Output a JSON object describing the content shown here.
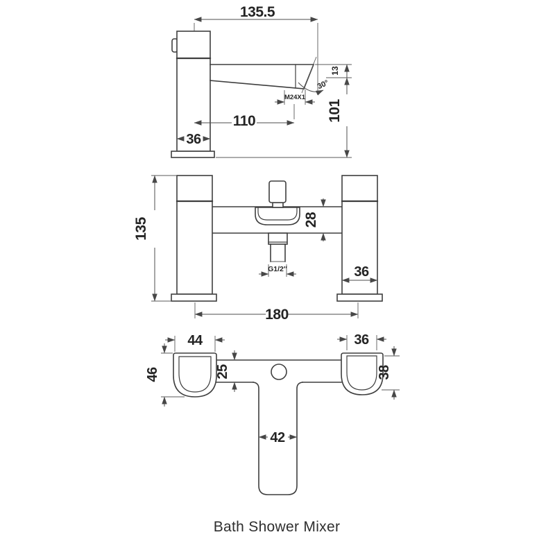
{
  "title": "Bath Shower Mixer",
  "side_view": {
    "dim_overall_reach": "135.5",
    "dim_spout_reach": "110",
    "dim_body_width": "36",
    "dim_outlet_height": "101",
    "dim_tip_height": "13",
    "dim_tip_angle": "30°",
    "thread_label": "M24X1"
  },
  "front_view": {
    "dim_total_height": "135",
    "dim_body_depth": "28",
    "dim_pillar_width": "36",
    "dim_tap_centres": "180",
    "thread_label": "G1/2″"
  },
  "plan_view": {
    "dim_left_handle_width": "44",
    "dim_left_handle_depth": "46",
    "dim_body_depth": "25",
    "dim_right_handle_width": "36",
    "dim_right_handle_depth": "38",
    "dim_outlet_width": "42"
  }
}
